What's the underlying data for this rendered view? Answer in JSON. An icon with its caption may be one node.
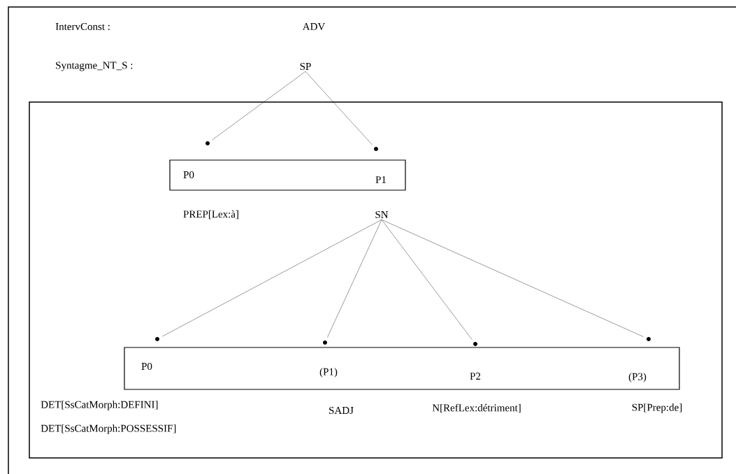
{
  "diagram": {
    "nodes": [
      {
        "text": [
          "SP"
        ]
      },
      {
        "text": [],
        "shape": "circle"
      },
      {
        "text": [],
        "shape": "circle"
      },
      {
        "text": [
          "P0",
          "P1"
        ]
      },
      {
        "text": [
          "SN"
        ]
      },
      {
        "text": [],
        "shape": "circle"
      },
      {
        "text": [],
        "shape": "circle"
      },
      {
        "text": [],
        "shape": "circle"
      },
      {
        "text": [],
        "shape": "circle"
      },
      {
        "text": [
          "P0",
          "(P1)",
          "P2",
          "(P3)"
        ]
      }
    ],
    "edges": [
      {
        "from": 0,
        "to": 1,
        "arrow": "none"
      },
      {
        "from": 0,
        "to": 2,
        "arrow": "none"
      },
      {
        "from": 4,
        "to": 5,
        "arrow": "none"
      },
      {
        "from": 4,
        "to": 6,
        "arrow": "none"
      },
      {
        "from": 4,
        "to": 7,
        "arrow": "none"
      },
      {
        "from": 4,
        "to": 8,
        "arrow": "none"
      }
    ],
    "labels": [
      "IntervConst :",
      "ADV",
      "Syntagme_NT_S :",
      "PREP[Lex:à]",
      "DET[SsCatMorph:DEFINI]",
      "SADJ",
      "N[RefLex:détriment]",
      "SP[Prep:de]",
      "DET[SsCatMorph:POSSESSIF]"
    ]
  }
}
